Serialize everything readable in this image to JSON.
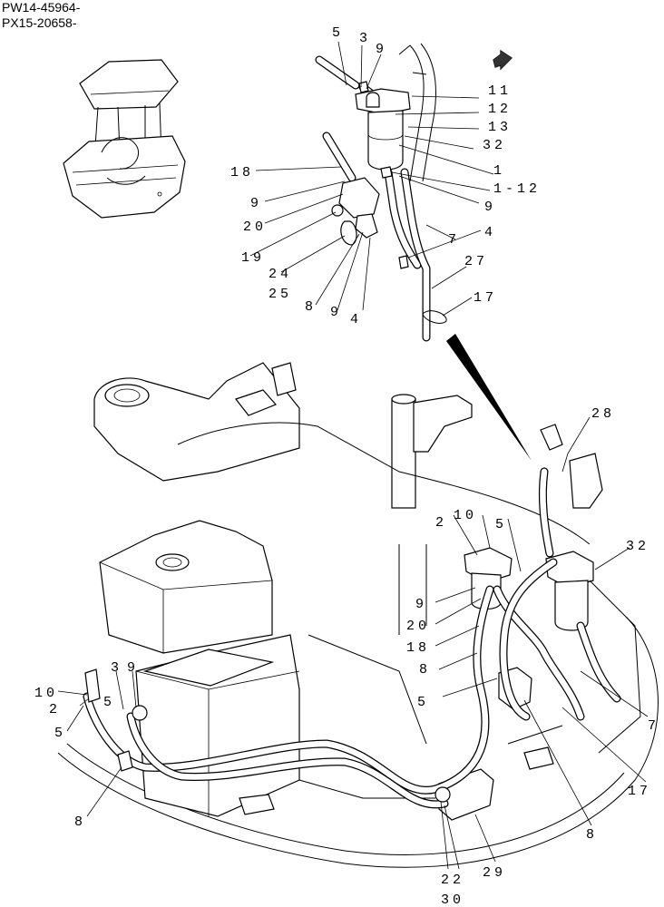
{
  "serial_numbers": [
    "PW14-45964-",
    "PX15-20658-"
  ],
  "callouts": {
    "detail": [
      {
        "id": "d5",
        "text": "5"
      },
      {
        "id": "d3",
        "text": "3"
      },
      {
        "id": "d9a",
        "text": "9"
      },
      {
        "id": "d11",
        "text": "11"
      },
      {
        "id": "d12",
        "text": "12"
      },
      {
        "id": "d13",
        "text": "13"
      },
      {
        "id": "d32",
        "text": "32"
      },
      {
        "id": "d1",
        "text": "1"
      },
      {
        "id": "d1-12",
        "text": "1-12"
      },
      {
        "id": "d18",
        "text": "18"
      },
      {
        "id": "d9b",
        "text": "9"
      },
      {
        "id": "d20",
        "text": "20"
      },
      {
        "id": "d19",
        "text": "19"
      },
      {
        "id": "d24",
        "text": "24"
      },
      {
        "id": "d25",
        "text": "25"
      },
      {
        "id": "d8",
        "text": "8"
      },
      {
        "id": "d9c",
        "text": "9"
      },
      {
        "id": "d4a",
        "text": "4"
      },
      {
        "id": "d9d",
        "text": "9"
      },
      {
        "id": "d4b",
        "text": "4"
      },
      {
        "id": "d7",
        "text": "7"
      },
      {
        "id": "d27",
        "text": "27"
      },
      {
        "id": "d17",
        "text": "17"
      }
    ],
    "main": [
      {
        "id": "m28",
        "text": "28"
      },
      {
        "id": "m2a",
        "text": "2"
      },
      {
        "id": "m10a",
        "text": "10"
      },
      {
        "id": "m5a",
        "text": "5"
      },
      {
        "id": "m32",
        "text": "32"
      },
      {
        "id": "m9a",
        "text": "9"
      },
      {
        "id": "m20",
        "text": "20"
      },
      {
        "id": "m18",
        "text": "18"
      },
      {
        "id": "m8a",
        "text": "8"
      },
      {
        "id": "m5b",
        "text": "5"
      },
      {
        "id": "m7",
        "text": "7"
      },
      {
        "id": "m17",
        "text": "17"
      },
      {
        "id": "m8b",
        "text": "8"
      },
      {
        "id": "m3",
        "text": "3"
      },
      {
        "id": "m9b",
        "text": "9"
      },
      {
        "id": "m10b",
        "text": "10"
      },
      {
        "id": "m5c",
        "text": "5"
      },
      {
        "id": "m2b",
        "text": "2"
      },
      {
        "id": "m5d",
        "text": "5"
      },
      {
        "id": "m8c",
        "text": "8"
      },
      {
        "id": "m22",
        "text": "22"
      },
      {
        "id": "m30",
        "text": "30"
      },
      {
        "id": "m29",
        "text": "29"
      }
    ]
  }
}
